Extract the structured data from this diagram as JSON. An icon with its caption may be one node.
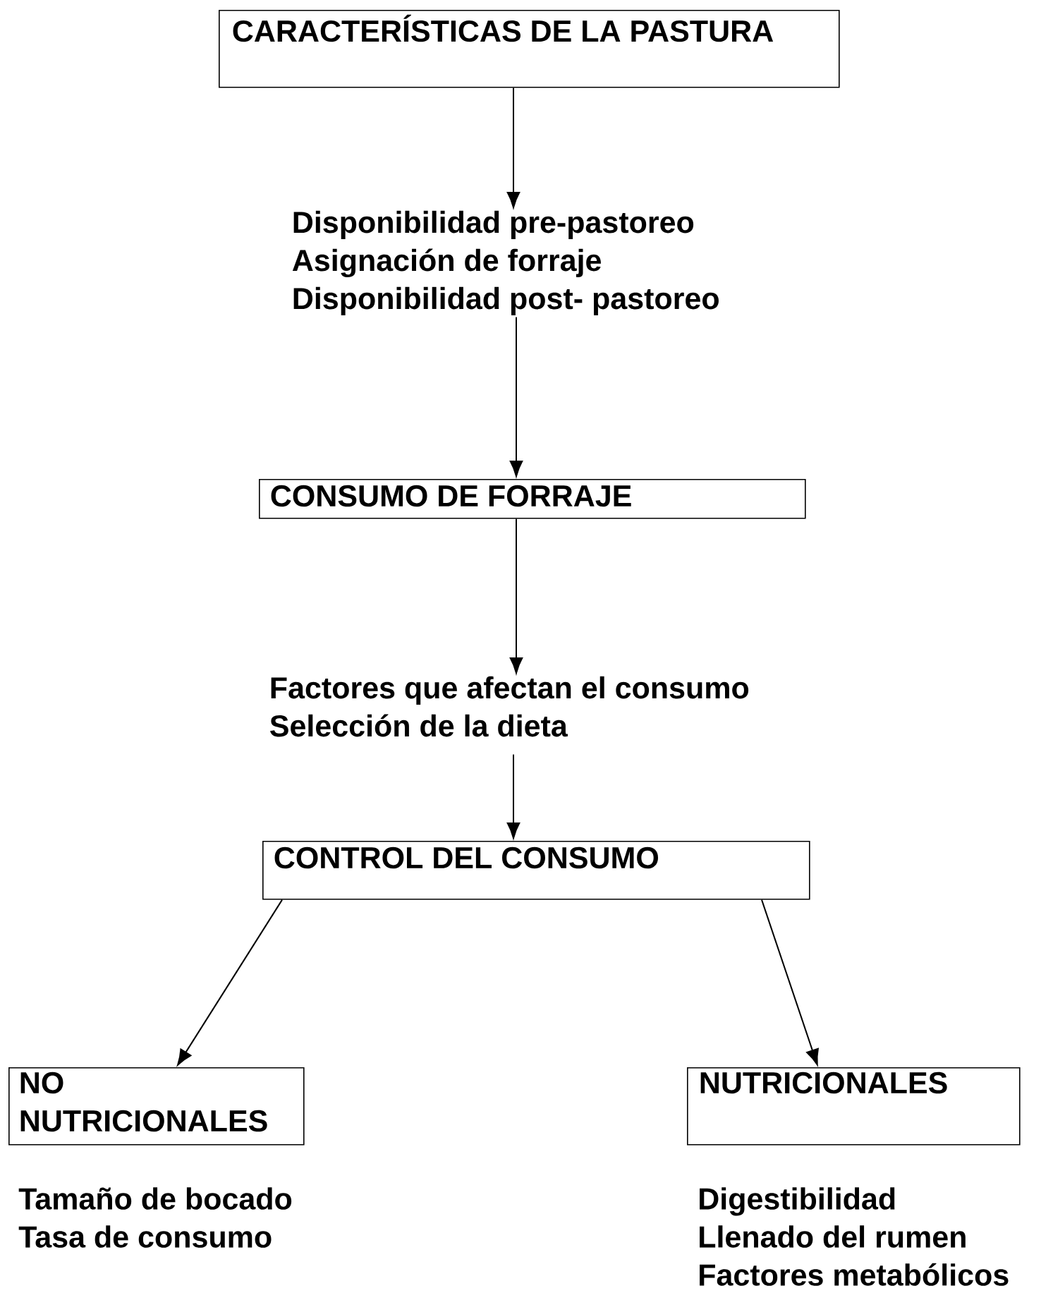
{
  "diagram": {
    "nodes": [
      {
        "text": [
          "CARACTERÍSTICAS DE LA PASTURA"
        ]
      },
      {
        "text": [
          "Disponibilidad pre-pastoreo",
          "Asignación de forraje",
          "Disponibilidad post- pastoreo"
        ]
      },
      {
        "text": [
          "CONSUMO DE FORRAJE"
        ]
      },
      {
        "text": [
          "Factores que afectan el consumo",
          "Selección de la dieta"
        ]
      },
      {
        "text": [
          "CONTROL DEL CONSUMO"
        ]
      },
      {
        "text": [
          "NO NUTRICIONALES"
        ],
        "beside": [
          "Tamaño de bocado",
          "Tasa de consumo"
        ]
      },
      {
        "text": [
          "NUTRICIONALES"
        ],
        "beside": [
          "Digestibilidad",
          "Llenado del rumen",
          "Factores metabólicos"
        ]
      }
    ],
    "edges": [
      {
        "from": 0,
        "to": 1,
        "arrow": "to"
      },
      {
        "from": 1,
        "to": 2,
        "arrow": "to"
      },
      {
        "from": 2,
        "to": 3,
        "arrow": "to"
      },
      {
        "from": 3,
        "to": 4,
        "arrow": "to"
      },
      {
        "from": 4,
        "to": 5,
        "arrow": "to"
      },
      {
        "from": 4,
        "to": 6,
        "arrow": "to"
      }
    ]
  }
}
